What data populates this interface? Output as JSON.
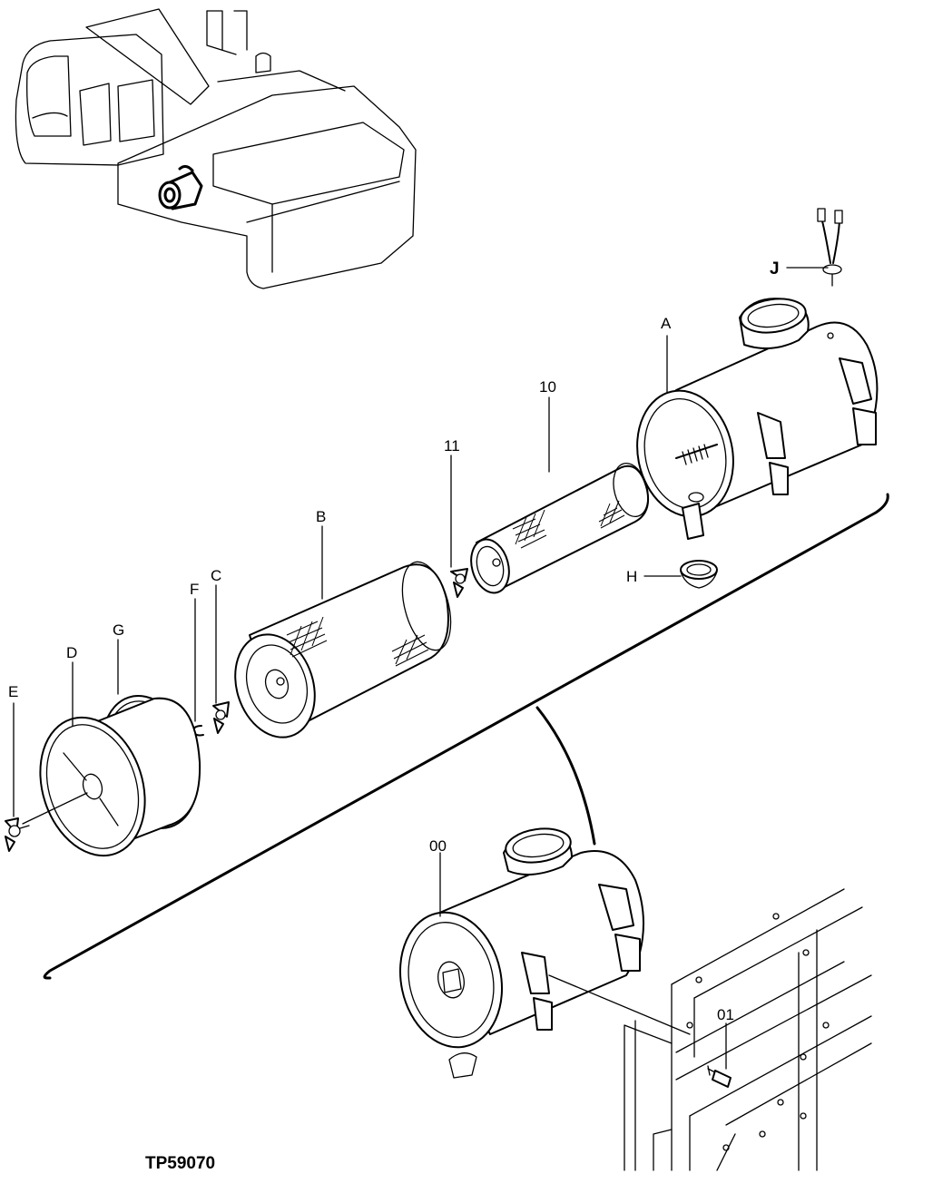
{
  "drawing_id": "TP59070",
  "labels": {
    "A": "A",
    "B": "B",
    "C": "C",
    "D": "D",
    "E": "E",
    "F": "F",
    "G": "G",
    "H": "H",
    "J": "J",
    "part_10": "10",
    "part_11": "11",
    "part_00": "00",
    "part_01": "01"
  }
}
